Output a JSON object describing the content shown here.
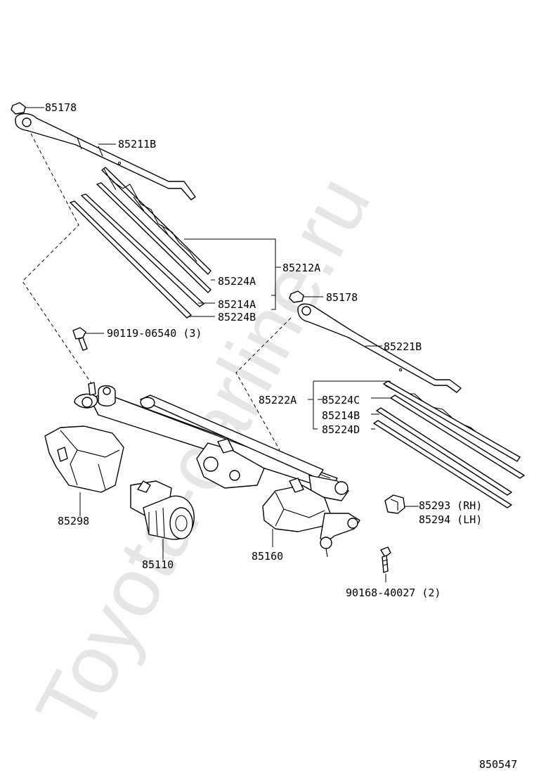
{
  "watermark": "Toyota-carline.ru",
  "figure_id": "850547",
  "labels": {
    "p85178_left": "85178",
    "p85211B": "85211B",
    "p85212A": "85212A",
    "p85224A": "85224A",
    "p85214A": "85214A",
    "p85224B": "85224B",
    "p90119": "90119-06540 (3)",
    "p85178_right": "85178",
    "p85221B": "85221B",
    "p85222A": "85222A",
    "p85224C": "85224C",
    "p85214B": "85214B",
    "p85224D": "85224D",
    "p85293": "85293 (RH)",
    "p85294": "85294 (LH)",
    "p85298": "85298",
    "p85110": "85110",
    "p85160": "85160",
    "p90168": "90168-40027 (2)"
  }
}
